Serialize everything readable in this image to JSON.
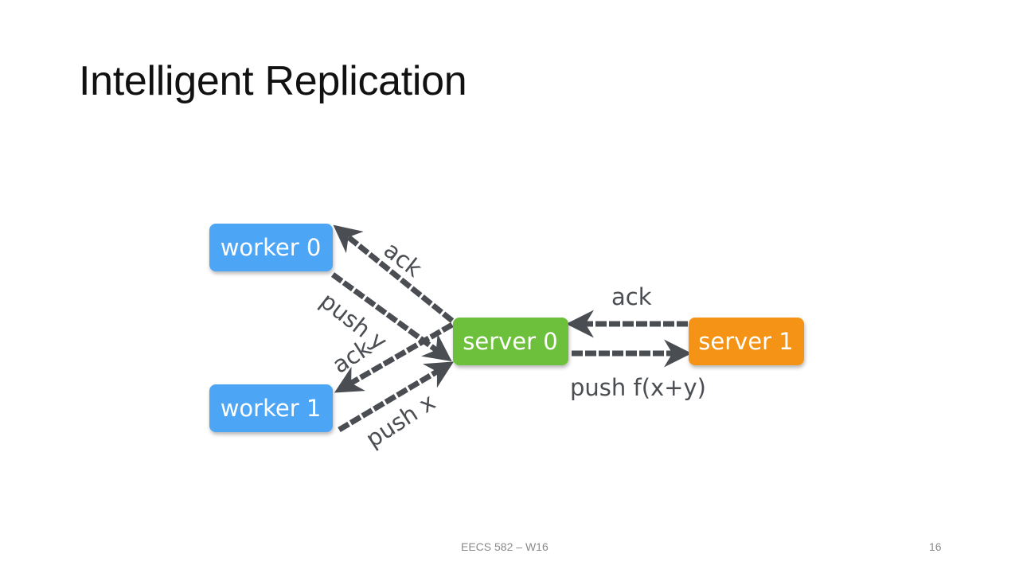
{
  "slide": {
    "title": "Intelligent Replication",
    "footer": "EECS 582 – W16",
    "page_number": "16"
  },
  "diagram": {
    "nodes": {
      "worker0": {
        "label": "worker 0",
        "color": "#4ea5f5"
      },
      "worker1": {
        "label": "worker 1",
        "color": "#4ea5f5"
      },
      "server0": {
        "label": "server 0",
        "color": "#6cc03a"
      },
      "server1": {
        "label": "server 1",
        "color": "#f49314"
      }
    },
    "edges": {
      "server0_to_worker0": {
        "label": "ack"
      },
      "worker0_to_server0": {
        "label": "push y"
      },
      "server0_to_worker1": {
        "label": "ack"
      },
      "worker1_to_server0": {
        "label": "push x"
      },
      "server1_to_server0": {
        "label": "ack"
      },
      "server0_to_server1": {
        "label": "push f(x+y)"
      }
    },
    "arrow_color": "#4a4d52"
  }
}
